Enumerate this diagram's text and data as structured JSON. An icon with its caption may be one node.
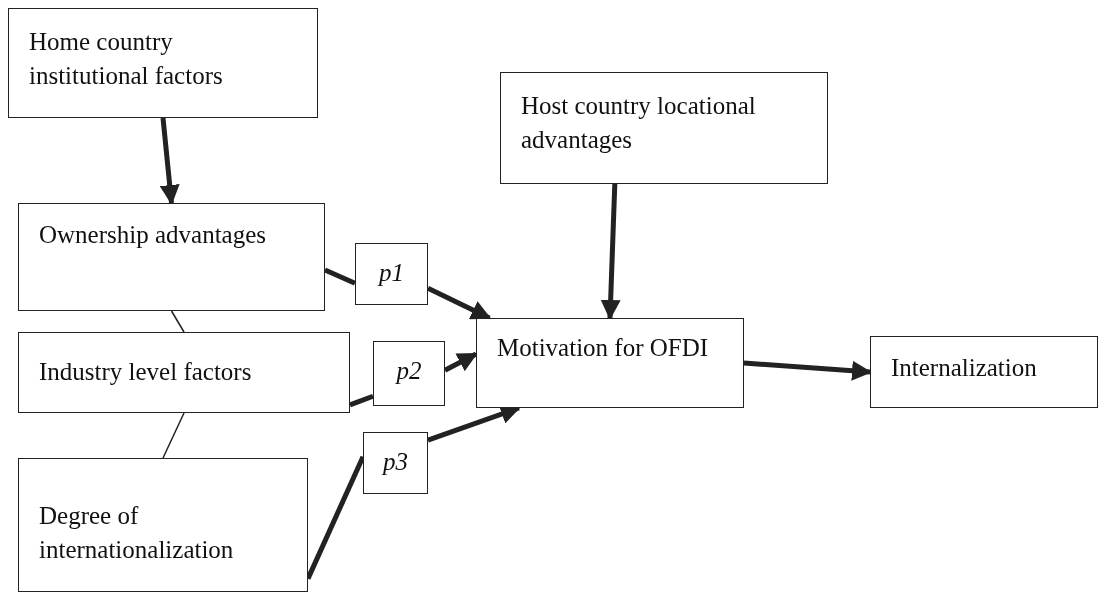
{
  "diagram": {
    "nodes": [
      {
        "text": [
          "Home country institutional factors"
        ]
      },
      {
        "text": [
          "Host country locational advantages"
        ]
      },
      {
        "text": [
          "Ownership advantages"
        ]
      },
      {
        "text": [
          "Industry level factors"
        ]
      },
      {
        "text": [
          "Degree of internationalization"
        ]
      },
      {
        "text": [
          "Motivation for OFDI"
        ]
      },
      {
        "text": [
          "Internalization"
        ]
      },
      {
        "text": [
          "p1"
        ]
      },
      {
        "text": [
          "p2"
        ]
      },
      {
        "text": [
          "p3"
        ]
      }
    ],
    "edges": [
      {
        "from": 0,
        "to": 2,
        "arrow": "to"
      },
      {
        "from": 1,
        "to": 5,
        "arrow": "to"
      },
      {
        "from": 2,
        "to": 7,
        "arrow": "none"
      },
      {
        "from": 7,
        "to": 5,
        "arrow": "to"
      },
      {
        "from": 3,
        "to": 8,
        "arrow": "none"
      },
      {
        "from": 8,
        "to": 5,
        "arrow": "to"
      },
      {
        "from": 4,
        "to": 9,
        "arrow": "none"
      },
      {
        "from": 9,
        "to": 5,
        "arrow": "to"
      },
      {
        "from": 5,
        "to": 6,
        "arrow": "to"
      },
      {
        "from": 2,
        "to": 3,
        "arrow": "none"
      },
      {
        "from": 3,
        "to": 4,
        "arrow": "none"
      }
    ]
  }
}
